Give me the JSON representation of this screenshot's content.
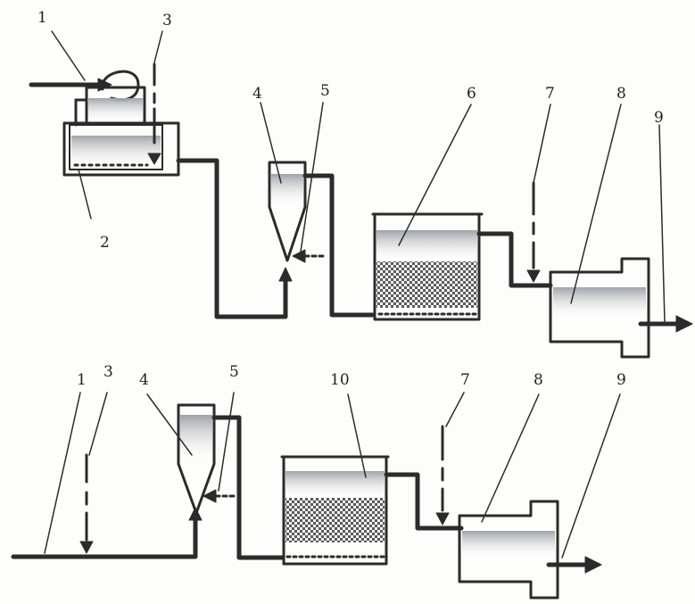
{
  "labels": {
    "top": {
      "n1": "1",
      "n2": "2",
      "n3": "3",
      "n4": "4",
      "n5": "5",
      "n6": "6",
      "n7": "7",
      "n8": "8",
      "n9": "9"
    },
    "bottom": {
      "n1": "1",
      "n3": "3",
      "n4": "4",
      "n5": "5",
      "n10": "10",
      "n7": "7",
      "n8": "8",
      "n9": "9"
    }
  },
  "colors": {
    "line": "#2b2b2b",
    "fill": "#bfc3c7",
    "background": "#fdfdfb"
  }
}
